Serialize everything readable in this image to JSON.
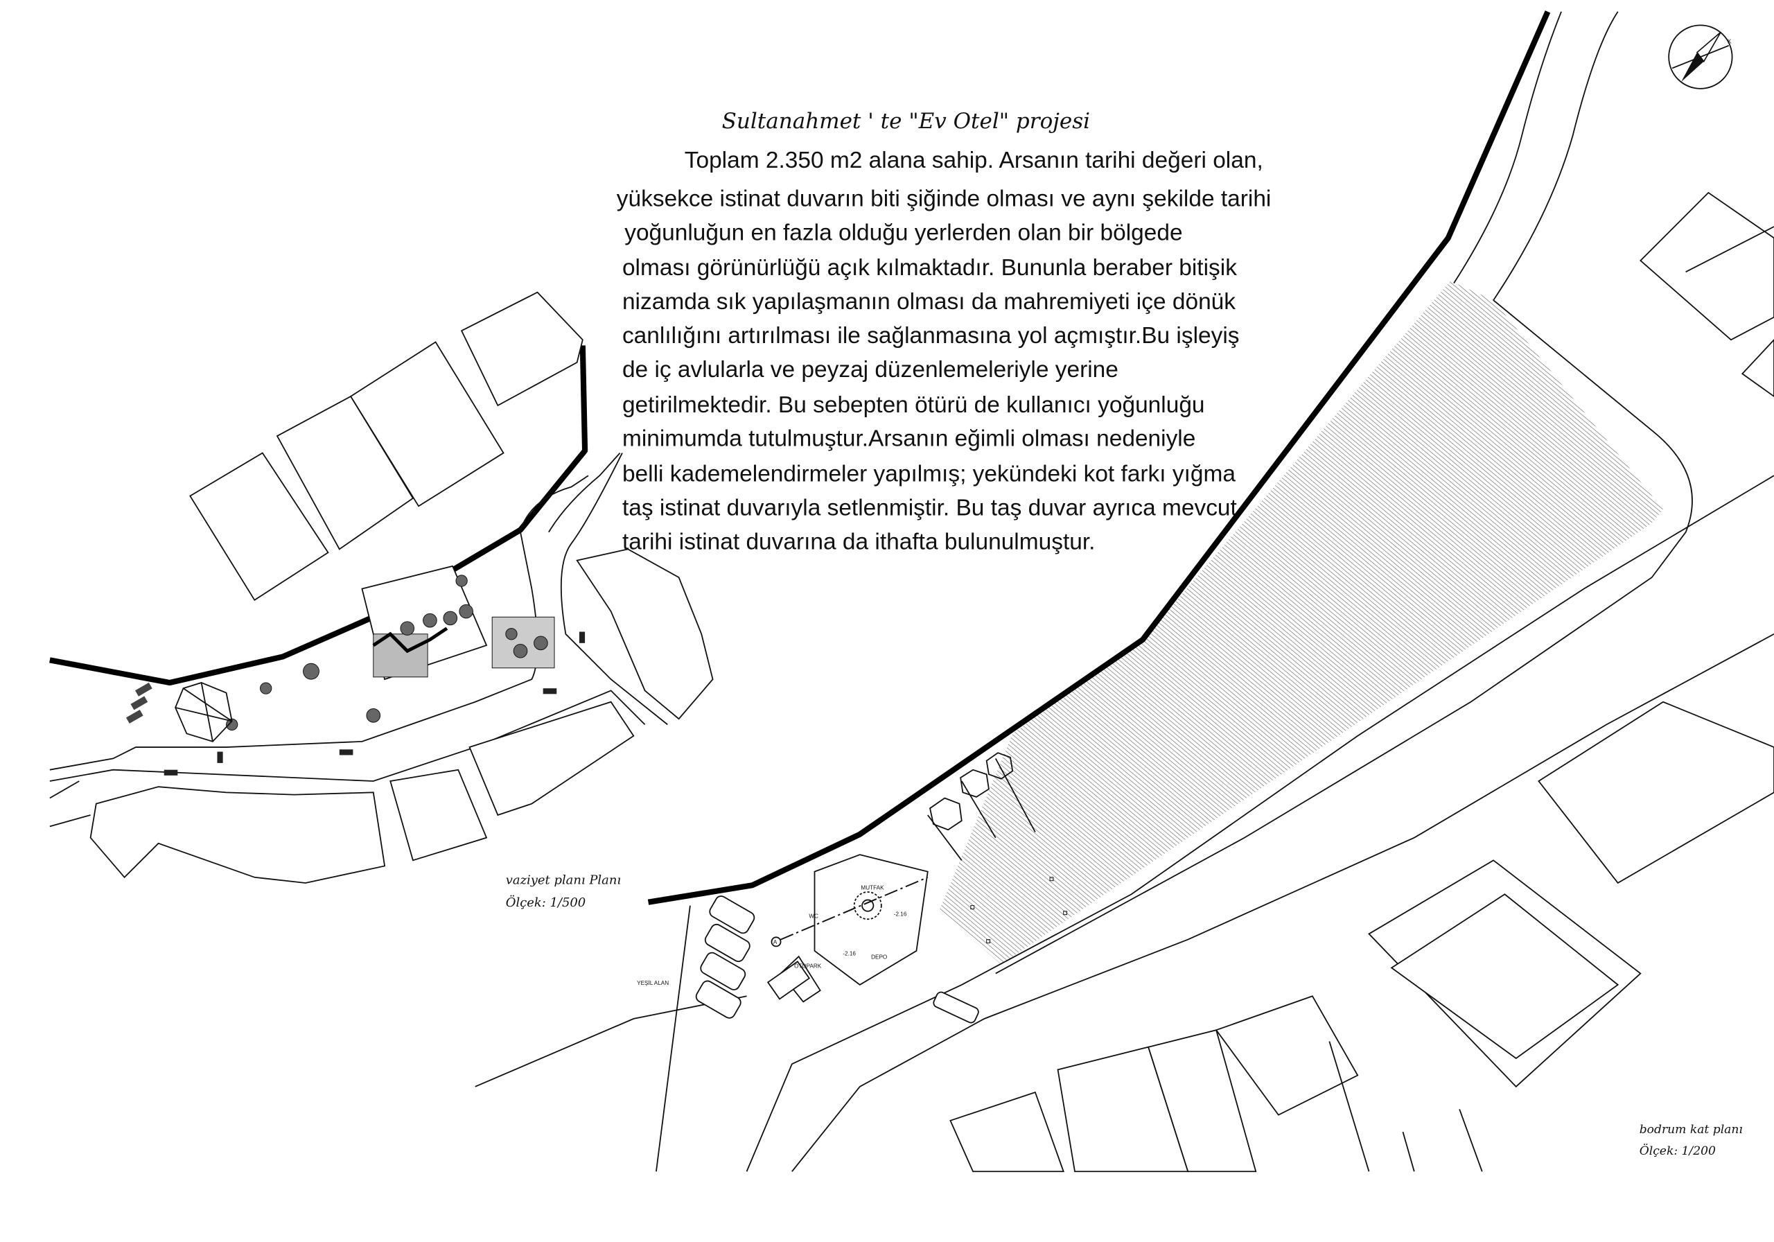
{
  "title": "Sultanahmet ' te \"Ev Otel\" projesi",
  "description_lines": [
    "Toplam   2.350 m2 alana sahip. Arsanın  tarihi değeri olan,",
    "yüksekce istinat duvarın biti şiğinde olması ve aynı şekilde tarihi",
    "yoğunluğun en fazla olduğu yerlerden olan bir bölgede",
    "olması görünürlüğü açık kılmaktadır. Bununla beraber bitişik",
    "nizamda sık yapılaşmanın olması da mahremiyeti içe dönük",
    "canlılığını artırılması ile sağlanmasına yol açmıştır.Bu işleyiş",
    "de iç avlularla ve peyzaj düzenlemeleriyle yerine",
    "getirilmektedir. Bu sebepten ötürü de kullanıcı yoğunluğu",
    "minimumda tutulmuştur.Arsanın eğimli olması nedeniyle",
    "belli kademelendirmeler yapılmış; yekündeki kot farkı yığma",
    "taş istinat duvarıyla setlenmiştir. Bu taş duvar ayrıca mevcut",
    "tarihi istinat duvarına da ithafta bulunulmuştur."
  ],
  "site_plan": {
    "name": "vaziyet planı Planı",
    "scale": "Ölçek: 1/500"
  },
  "basement_plan": {
    "name": "bodrum kat planı",
    "scale": "Ölçek: 1/200",
    "rooms": {
      "kitchen": "MUTFAK",
      "wc": "WC",
      "storage": "DEPO",
      "parking": "OTOPARK",
      "green_area": "YEŞİL ALAN"
    },
    "levels": [
      "-2.16",
      "-2.16"
    ],
    "section_marker": "A"
  },
  "north_arrow_label": "K"
}
